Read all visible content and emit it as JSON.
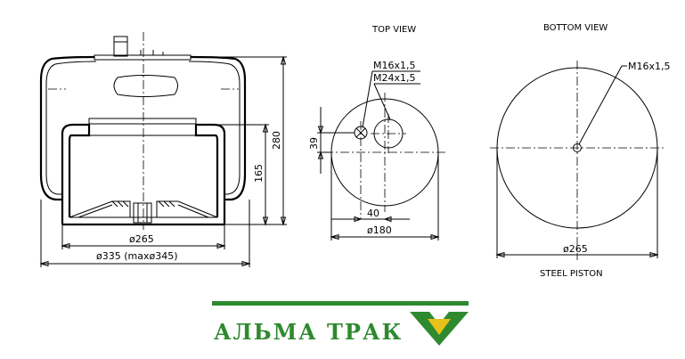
{
  "views": {
    "top_title": "TOP VIEW",
    "bottom_title": "BOTTOM VIEW",
    "piston_label": "STEEL PISTON"
  },
  "side_view": {
    "dim_piston_diameter": "ø265",
    "dim_bellow_diameter": "ø335 (maxø345)",
    "dim_height_total": "280",
    "dim_height_piston": "165"
  },
  "top_view": {
    "thread_1": "M16x1,5",
    "thread_2": "M24x1,5",
    "dim_offset_y": "39",
    "dim_offset_x": "40",
    "dim_diameter": "ø180"
  },
  "bottom_view": {
    "thread": "M16x1,5",
    "dim_diameter": "ø265"
  },
  "brand": {
    "name": "АЛЬМА ТРАК",
    "bar_color": "#2f8a2f",
    "logo_green": "#2f8a2f",
    "logo_yellow": "#e6c21a"
  }
}
